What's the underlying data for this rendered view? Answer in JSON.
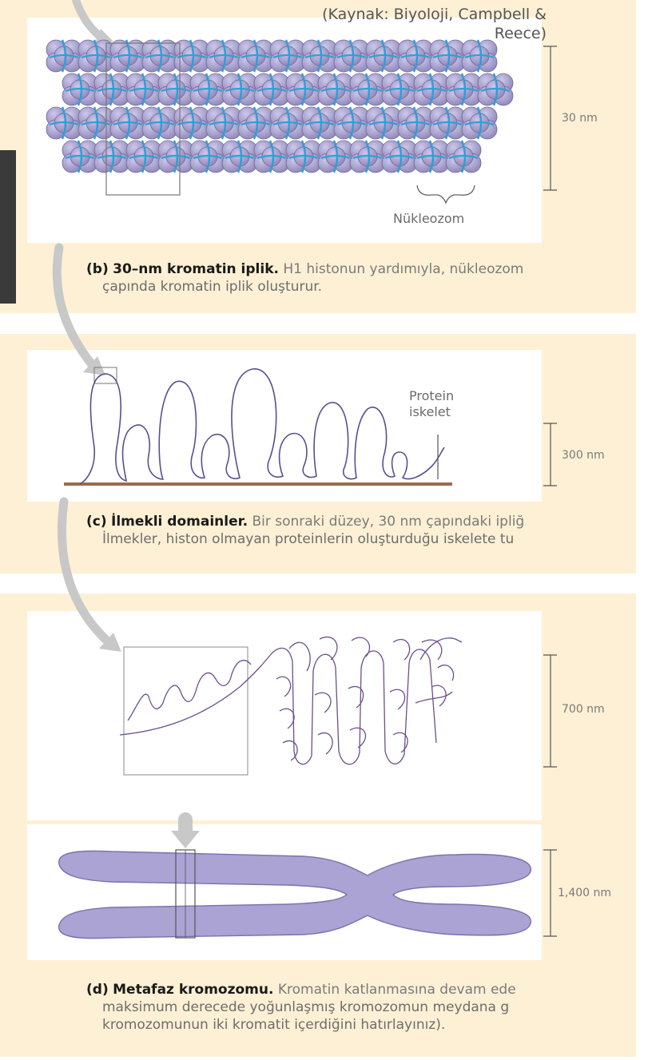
{
  "source": {
    "line1": "(Kaynak: Biyoloji, Campbell &",
    "line2": "Reece)"
  },
  "panel_b": {
    "scale": "30 nm",
    "nucleosome_label": "Nükleozom",
    "caption": {
      "label": "(b)",
      "title": "30–nm kromatin iplik.",
      "desc": " H1 histonun yardımıyla, nükleozom",
      "line2": "çapında kromatin iplik oluşturur."
    }
  },
  "panel_c": {
    "scale": "300 nm",
    "protein_label_1": "Protein",
    "protein_label_2": "iskelet",
    "caption": {
      "label": "(c)",
      "title": "İlmekli domainler.",
      "desc": " Bir sonraki düzey, 30 nm çapındaki ipliğ",
      "line2": "İlmekler, histon olmayan proteinlerin oluşturduğu iskelete tu"
    }
  },
  "panel_d": {
    "scale_upper": "700 nm",
    "scale_lower": "1,400 nm",
    "caption": {
      "label": "(d)",
      "title": "Metafaz kromozomu.",
      "desc": " Kromatin katlanmasına devam ede",
      "line2": "maksimum derecede yoğunlaşmış kromozomun meydana g",
      "line3": "kromozomunun iki kromatit içerdiğini hatırlayınız)."
    }
  },
  "colors": {
    "band": "#fdf0d4",
    "nucleosome": "#a9a3cf",
    "dna": "#2f9fd8",
    "chromosome": "#aaa3d4",
    "arrow": "#c8c8c8",
    "scaffold": "#9b6a50"
  }
}
